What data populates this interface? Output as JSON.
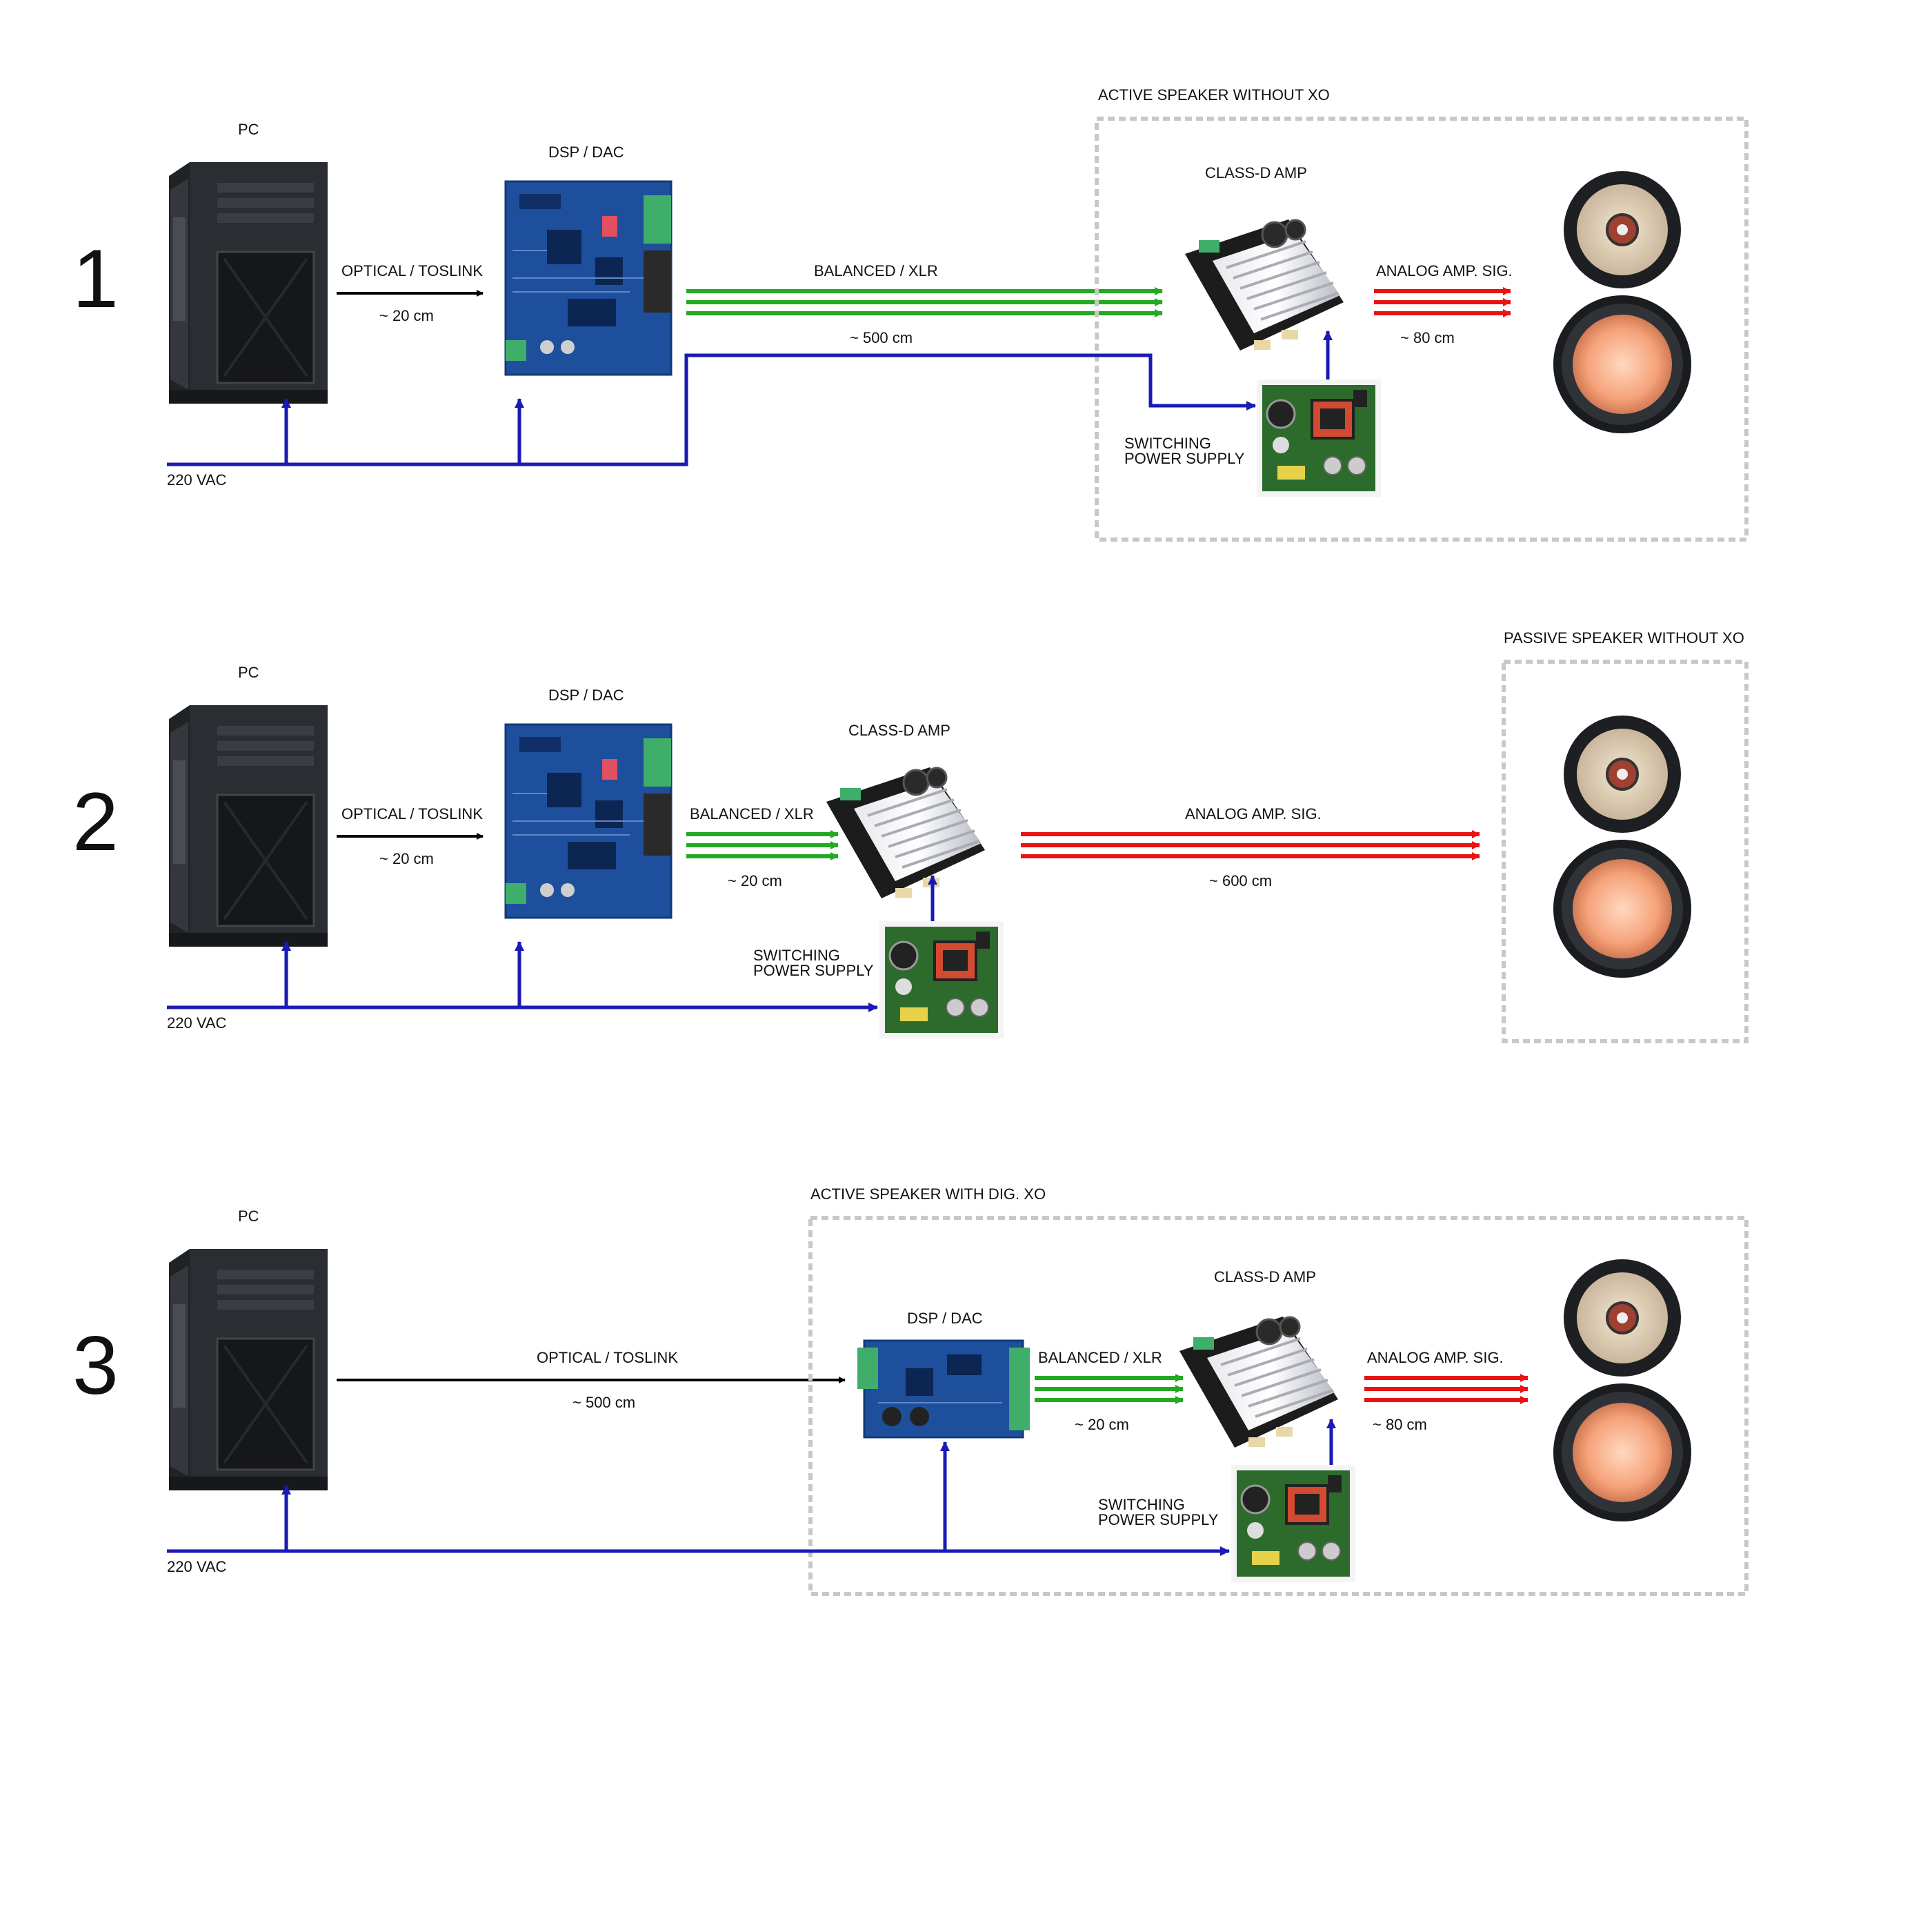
{
  "diagrams": [
    {
      "number": "1",
      "labels": {
        "pc": "PC",
        "dsp": "DSP / DAC",
        "optical": "OPTICAL / TOSLINK",
        "optical_len": "~ 20 cm",
        "balanced": "BALANCED / XLR",
        "balanced_len": "~ 500 cm",
        "amp": "CLASS-D AMP",
        "analog": "ANALOG AMP. SIG.",
        "analog_len": "~ 80 cm",
        "psu_line1": "SWITCHING",
        "psu_line2": "POWER SUPPLY",
        "vac": "220 VAC",
        "enclosure": "ACTIVE SPEAKER  WITHOUT XO"
      }
    },
    {
      "number": "2",
      "labels": {
        "pc": "PC",
        "dsp": "DSP / DAC",
        "optical": "OPTICAL / TOSLINK",
        "optical_len": "~ 20 cm",
        "balanced": "BALANCED / XLR",
        "balanced_len": "~ 20 cm",
        "amp": "CLASS-D AMP",
        "analog": "ANALOG AMP. SIG.",
        "analog_len": "~ 600 cm",
        "psu_line1": "SWITCHING",
        "psu_line2": "POWER SUPPLY",
        "vac": "220 VAC",
        "enclosure": "PASSIVE SPEAKER WITHOUT XO"
      }
    },
    {
      "number": "3",
      "labels": {
        "pc": "PC",
        "dsp": "DSP / DAC",
        "optical": "OPTICAL / TOSLINK",
        "optical_len": "~ 500 cm",
        "balanced": "BALANCED / XLR",
        "balanced_len": "~ 20 cm",
        "amp": "CLASS-D AMP",
        "analog": "ANALOG AMP. SIG.",
        "analog_len": "~ 80 cm",
        "psu_line1": "SWITCHING",
        "psu_line2": "POWER SUPPLY",
        "vac": "220 VAC",
        "enclosure": "ACTIVE SPEAKER WITH DIG. XO"
      }
    }
  ],
  "colors": {
    "optical": "#000000",
    "balanced": "#22aa22",
    "analog": "#e81414",
    "power": "#1a1ab4",
    "enclosure": "#c8c8c8",
    "pcb": "#1e4f9c",
    "psu_pcb": "#2c6b2c"
  }
}
